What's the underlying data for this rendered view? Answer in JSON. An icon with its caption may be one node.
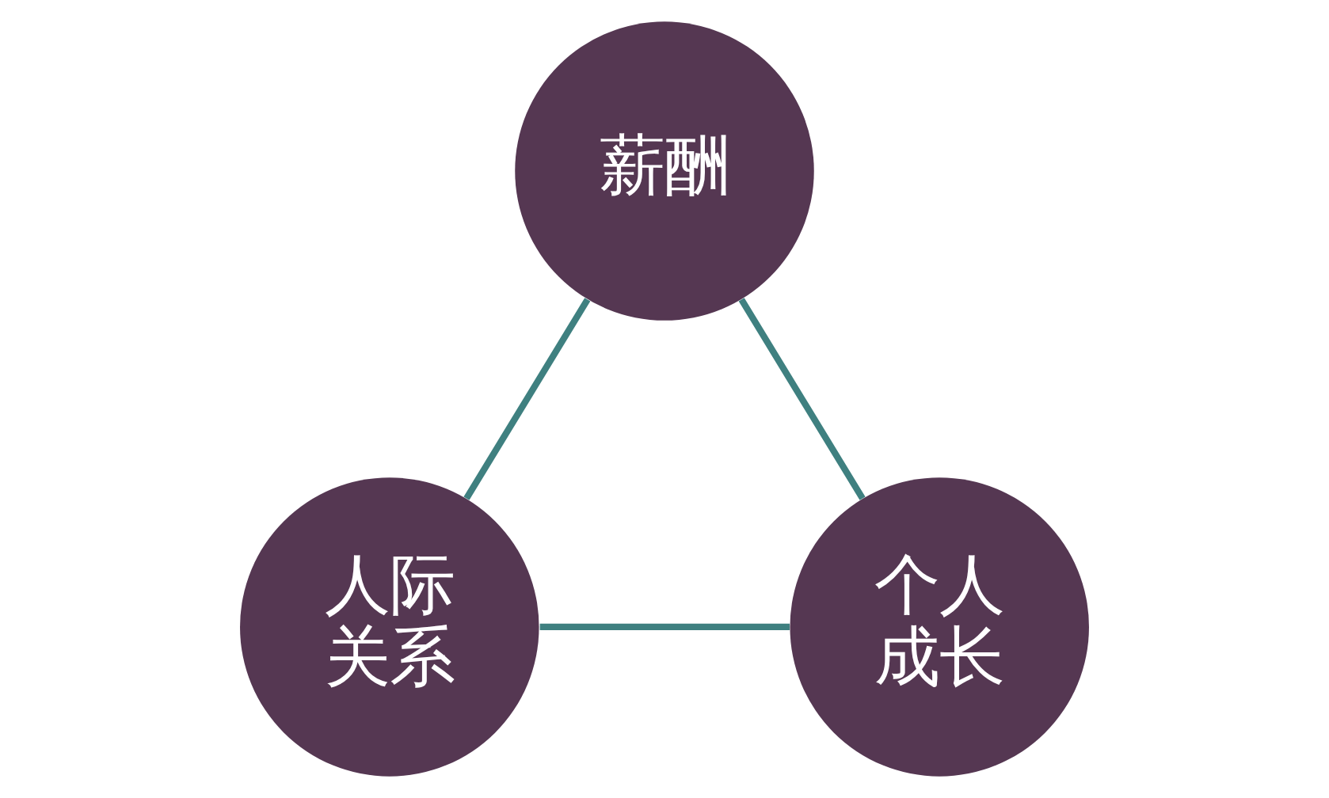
{
  "diagram": {
    "nodes": [
      {
        "text": [
          "薪酬"
        ]
      },
      {
        "text": [
          "人际关系"
        ]
      },
      {
        "text": [
          "个人成长"
        ]
      }
    ],
    "edges": [
      {
        "from": 0,
        "to": 1,
        "arrow": "none"
      },
      {
        "from": 0,
        "to": 2,
        "arrow": "none"
      },
      {
        "from": 1,
        "to": 2,
        "arrow": "none"
      }
    ]
  }
}
